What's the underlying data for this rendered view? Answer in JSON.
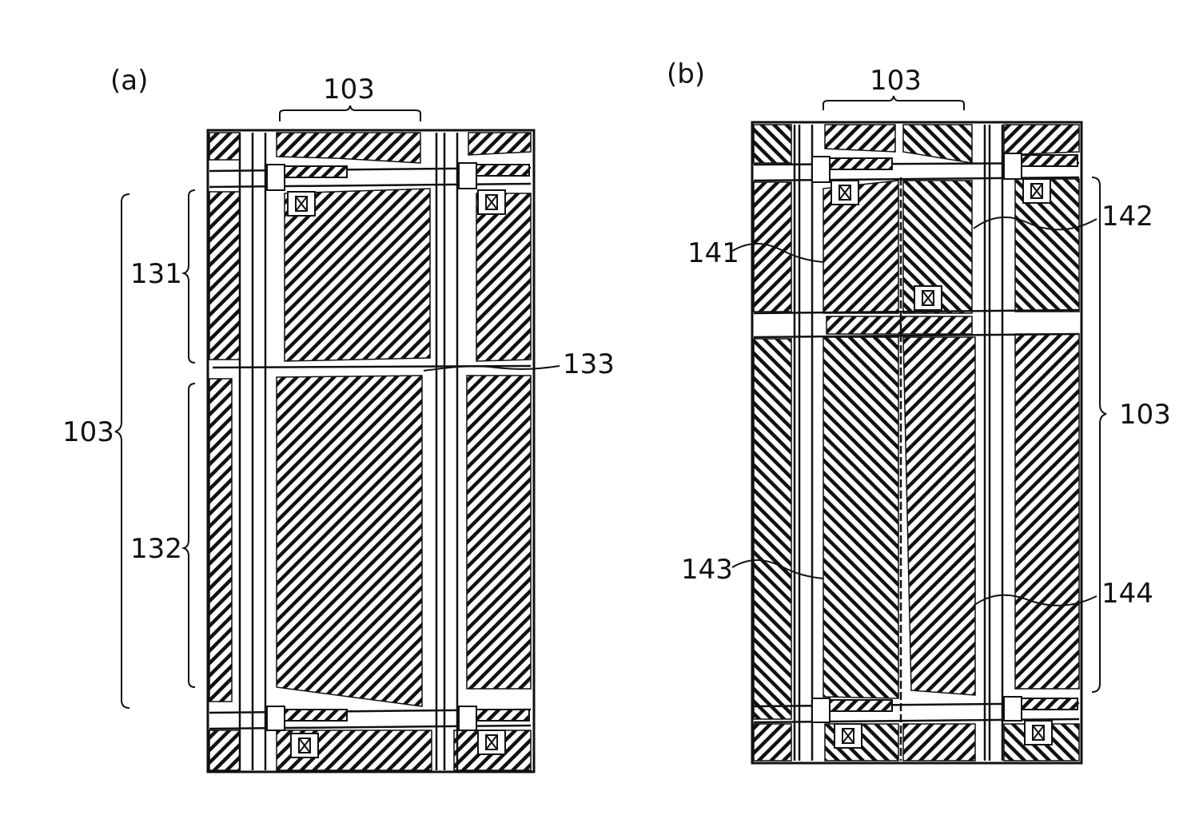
{
  "panels": {
    "a": {
      "tag": "(a)",
      "top_brace": "103",
      "left_brace": "103",
      "region_upper": "131",
      "region_lower": "132",
      "slit": "133"
    },
    "b": {
      "tag": "(b)",
      "top_brace": "103",
      "right_brace": "103",
      "domain_upper_left": "141",
      "domain_upper_right": "142",
      "domain_lower_left": "143",
      "domain_lower_right": "144"
    }
  },
  "colors": {
    "ink": "#111111",
    "paper": "#ffffff"
  }
}
